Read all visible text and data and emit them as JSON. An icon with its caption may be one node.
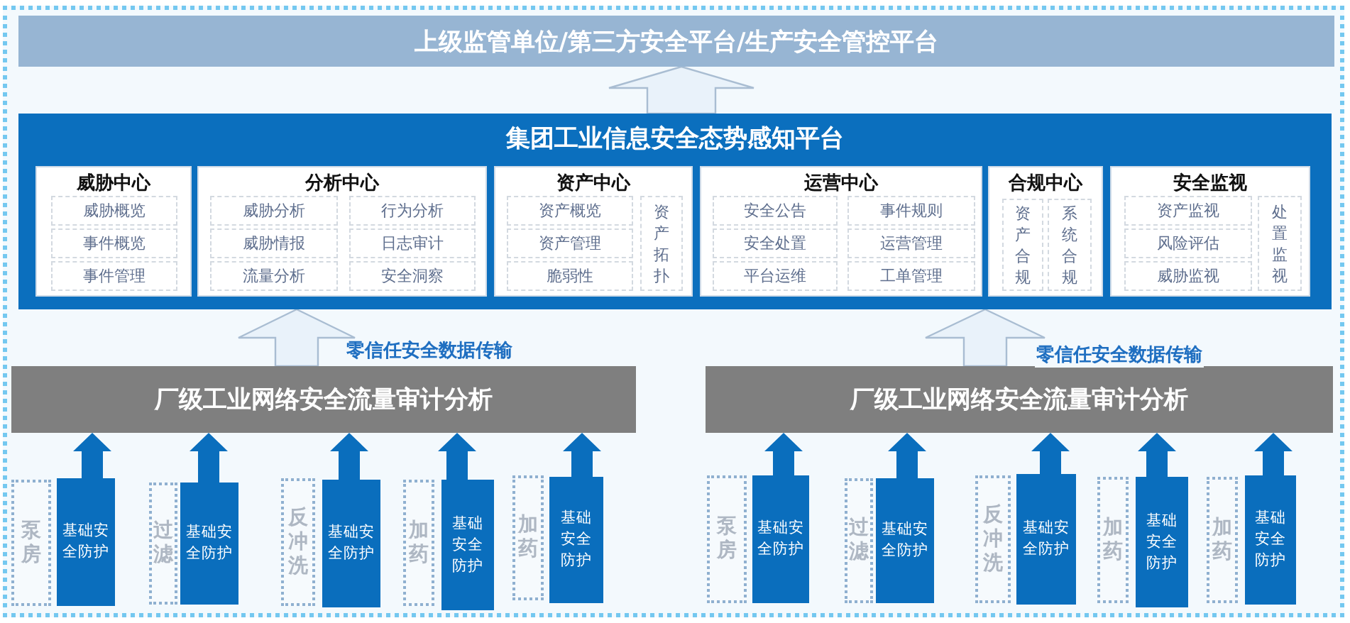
{
  "diagram": {
    "nodes": [
      {
        "text": [
          "上级监管单位/第三方安全平台/生产安全管控平台"
        ]
      },
      {
        "text": [
          "集团工业信息安全态势感知平台"
        ]
      },
      {
        "text": [
          "威胁中心"
        ],
        "in": 1
      },
      {
        "text": [
          "威胁概览"
        ],
        "in": 2
      },
      {
        "text": [
          "事件概览"
        ],
        "in": 2
      },
      {
        "text": [
          "事件管理"
        ],
        "in": 2
      },
      {
        "text": [
          "分析中心"
        ],
        "in": 1
      },
      {
        "text": [
          "威胁分析"
        ],
        "in": 6
      },
      {
        "text": [
          "行为分析"
        ],
        "in": 6
      },
      {
        "text": [
          "威胁情报"
        ],
        "in": 6
      },
      {
        "text": [
          "日志审计"
        ],
        "in": 6
      },
      {
        "text": [
          "流量分析"
        ],
        "in": 6
      },
      {
        "text": [
          "安全洞察"
        ],
        "in": 6
      },
      {
        "text": [
          "资产中心"
        ],
        "in": 1
      },
      {
        "text": [
          "资产概览"
        ],
        "in": 13
      },
      {
        "text": [
          "资产管理"
        ],
        "in": 13
      },
      {
        "text": [
          "脆弱性"
        ],
        "in": 13
      },
      {
        "text": [
          "资产拓扑"
        ],
        "in": 13
      },
      {
        "text": [
          "运营中心"
        ],
        "in": 1
      },
      {
        "text": [
          "安全公告"
        ],
        "in": 18
      },
      {
        "text": [
          "事件规则"
        ],
        "in": 18
      },
      {
        "text": [
          "安全处置"
        ],
        "in": 18
      },
      {
        "text": [
          "运营管理"
        ],
        "in": 18
      },
      {
        "text": [
          "平台运维"
        ],
        "in": 18
      },
      {
        "text": [
          "工单管理"
        ],
        "in": 18
      },
      {
        "text": [
          "合规中心"
        ],
        "in": 1
      },
      {
        "text": [
          "资产合规"
        ],
        "in": 25
      },
      {
        "text": [
          "系统合规"
        ],
        "in": 25
      },
      {
        "text": [
          "安全监视"
        ],
        "in": 1
      },
      {
        "text": [
          "资产监视"
        ],
        "in": 28
      },
      {
        "text": [
          "风险评估"
        ],
        "in": 28
      },
      {
        "text": [
          "威胁监视"
        ],
        "in": 28
      },
      {
        "text": [
          "处置监视"
        ],
        "in": 28
      },
      {
        "text": [
          "厂级工业网络安全流量审计分析"
        ]
      },
      {
        "text": [
          "厂级工业网络安全流量审计分析"
        ]
      },
      {
        "text": [
          "泵房"
        ]
      },
      {
        "text": [
          "基础安全防护"
        ]
      },
      {
        "text": [
          "过滤"
        ]
      },
      {
        "text": [
          "基础安全防护"
        ]
      },
      {
        "text": [
          "反冲洗"
        ]
      },
      {
        "text": [
          "基础安全防护"
        ]
      },
      {
        "text": [
          "加药"
        ]
      },
      {
        "text": [
          "基础安全防护"
        ]
      },
      {
        "text": [
          "加药"
        ]
      },
      {
        "text": [
          "基础安全防护"
        ]
      },
      {
        "text": [
          "泵房"
        ]
      },
      {
        "text": [
          "基础安全防护"
        ]
      },
      {
        "text": [
          "过滤"
        ]
      },
      {
        "text": [
          "基础安全防护"
        ]
      },
      {
        "text": [
          "反冲洗"
        ]
      },
      {
        "text": [
          "基础安全防护"
        ]
      },
      {
        "text": [
          "加药"
        ]
      },
      {
        "text": [
          "基础安全防护"
        ]
      },
      {
        "text": [
          "加药"
        ]
      },
      {
        "text": [
          "基础安全防护"
        ]
      }
    ],
    "edges": [
      {
        "from": 1,
        "to": 0,
        "arrow": "to",
        "color": "#a9bdd2"
      },
      {
        "from": 33,
        "to": 1,
        "arrow": "to",
        "label": "零信任安全数据传输",
        "color": "#a9bdd2"
      },
      {
        "from": 34,
        "to": 1,
        "arrow": "to",
        "label": "零信任安全数据传输",
        "color": "#a9bdd2"
      },
      {
        "from": 36,
        "to": 33,
        "arrow": "to"
      },
      {
        "from": 38,
        "to": 33,
        "arrow": "to"
      },
      {
        "from": 40,
        "to": 33,
        "arrow": "to"
      },
      {
        "from": 42,
        "to": 33,
        "arrow": "to"
      },
      {
        "from": 44,
        "to": 33,
        "arrow": "to"
      },
      {
        "from": 46,
        "to": 34,
        "arrow": "to"
      },
      {
        "from": 48,
        "to": 34,
        "arrow": "to"
      },
      {
        "from": 50,
        "to": 34,
        "arrow": "to"
      },
      {
        "from": 52,
        "to": 34,
        "arrow": "to"
      },
      {
        "from": 54,
        "to": 34,
        "arrow": "to"
      }
    ]
  }
}
